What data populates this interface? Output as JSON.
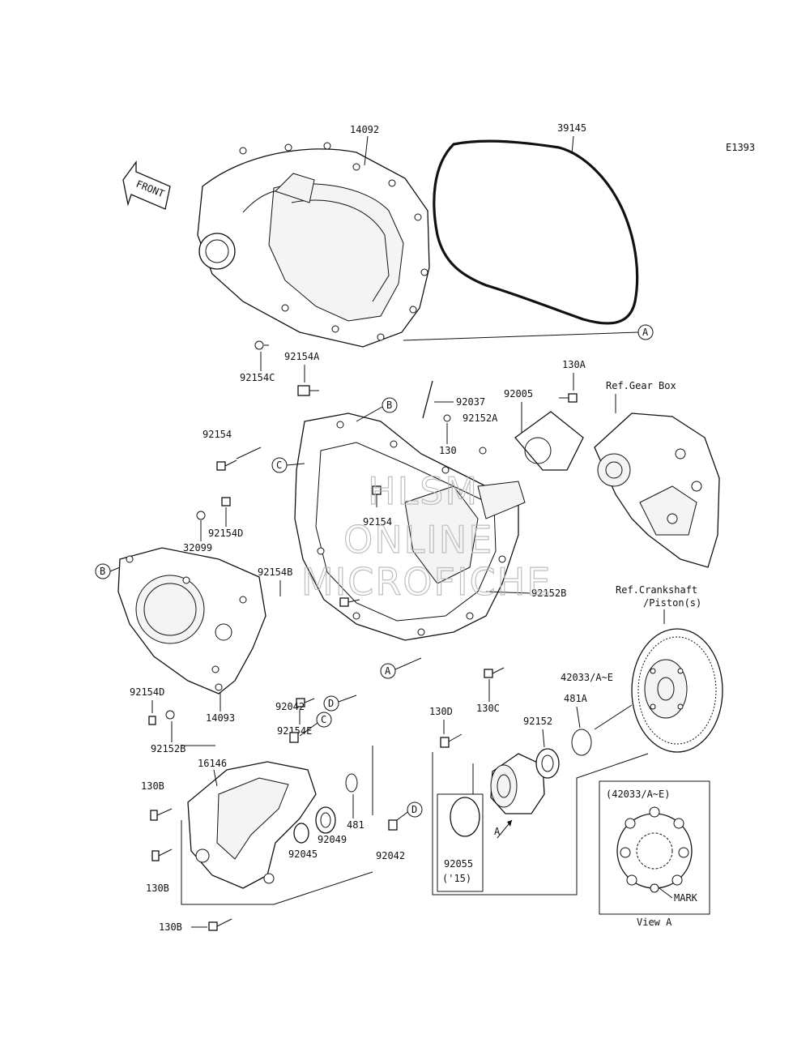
{
  "diagram_code": "E1393",
  "front_label": "FRONT",
  "watermark": [
    "HLSM",
    "ONLINE",
    "MICROFICHE"
  ],
  "parts": [
    {
      "id": "p14092",
      "text": "14092"
    },
    {
      "id": "p39145",
      "text": "39145"
    },
    {
      "id": "p92154C",
      "text": "92154C"
    },
    {
      "id": "p92154A",
      "text": "92154A"
    },
    {
      "id": "p92037",
      "text": "92037"
    },
    {
      "id": "p92005",
      "text": "92005"
    },
    {
      "id": "p130A",
      "text": "130A"
    },
    {
      "id": "p92152A",
      "text": "92152A"
    },
    {
      "id": "p130",
      "text": "130"
    },
    {
      "id": "p92154",
      "text": "92154"
    },
    {
      "id": "p92154b",
      "text": "92154"
    },
    {
      "id": "p92154D",
      "text": "92154D"
    },
    {
      "id": "p92152B",
      "text": "92152B"
    },
    {
      "id": "p92154B",
      "text": "92154B"
    },
    {
      "id": "p32099",
      "text": "32099"
    },
    {
      "id": "p92154E",
      "text": "92154E"
    },
    {
      "id": "p130C",
      "text": "130C"
    },
    {
      "id": "p92154D2",
      "text": "92154D"
    },
    {
      "id": "p14093",
      "text": "14093"
    },
    {
      "id": "p92042",
      "text": "92042"
    },
    {
      "id": "p92152B2",
      "text": "92152B"
    },
    {
      "id": "p16146",
      "text": "16146"
    },
    {
      "id": "p130B",
      "text": "130B"
    },
    {
      "id": "p130B2",
      "text": "130B"
    },
    {
      "id": "p130B3",
      "text": "130B"
    },
    {
      "id": "p92045",
      "text": "92045"
    },
    {
      "id": "p92049",
      "text": "92049"
    },
    {
      "id": "p481",
      "text": "481"
    },
    {
      "id": "p92042b",
      "text": "92042"
    },
    {
      "id": "p130D",
      "text": "130D"
    },
    {
      "id": "p42033",
      "text": "42033/A~E"
    },
    {
      "id": "p481A",
      "text": "481A"
    },
    {
      "id": "p92152",
      "text": "92152"
    },
    {
      "id": "p92055",
      "text": "92055"
    },
    {
      "id": "p15",
      "text": "('15)"
    }
  ],
  "refs": {
    "gearbox": "Ref.Gear Box",
    "crank1": "Ref.Crankshaft",
    "crank2": "/Piston(s)"
  },
  "callouts": {
    "A": "A",
    "B": "B",
    "C": "C",
    "D": "D"
  },
  "view_a": {
    "title": "(42033/A~E)",
    "mark": "MARK",
    "caption": "View A"
  },
  "arrow_a": "A"
}
